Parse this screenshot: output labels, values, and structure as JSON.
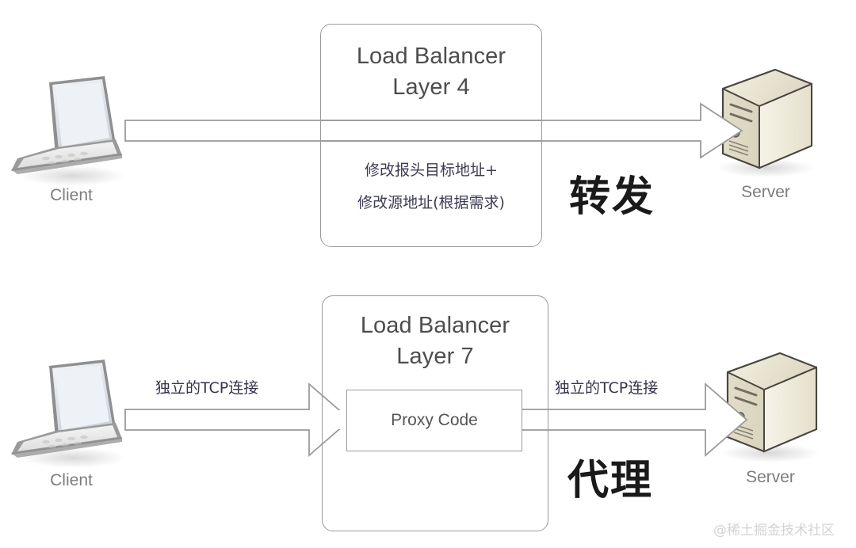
{
  "diagram": {
    "background": "#ffffff",
    "watermark": "@稀土掘金技术社区",
    "sections": [
      {
        "id": "layer4",
        "lb_title": "Load Balancer\nLayer 4",
        "lb_note": "修改报头目标地址+\n修改源地址(根据需求)",
        "emphasis": "转发",
        "client_caption": "Client",
        "server_caption": "Server",
        "arrow_labels": []
      },
      {
        "id": "layer7",
        "lb_title": "Load Balancer\nLayer 7",
        "proxy_label": "Proxy Code",
        "emphasis": "代理",
        "client_caption": "Client",
        "server_caption": "Server",
        "arrow_labels": [
          "独立的TCP连接",
          "独立的TCP连接"
        ]
      }
    ]
  },
  "colors": {
    "stroke": "#9a9a9a",
    "text_gray": "#4d4d4d",
    "caption_gray": "#7d7d7d",
    "cn_dark": "#1a1a1a",
    "server_body": "#e8e4d2",
    "server_face": "#cfc9b3",
    "laptop_body": "#e6e6e6",
    "laptop_screen": "#dfe4ea"
  },
  "icons": {
    "client": "laptop-icon",
    "server": "server-tower-icon",
    "flow": "block-arrow-right-icon"
  }
}
